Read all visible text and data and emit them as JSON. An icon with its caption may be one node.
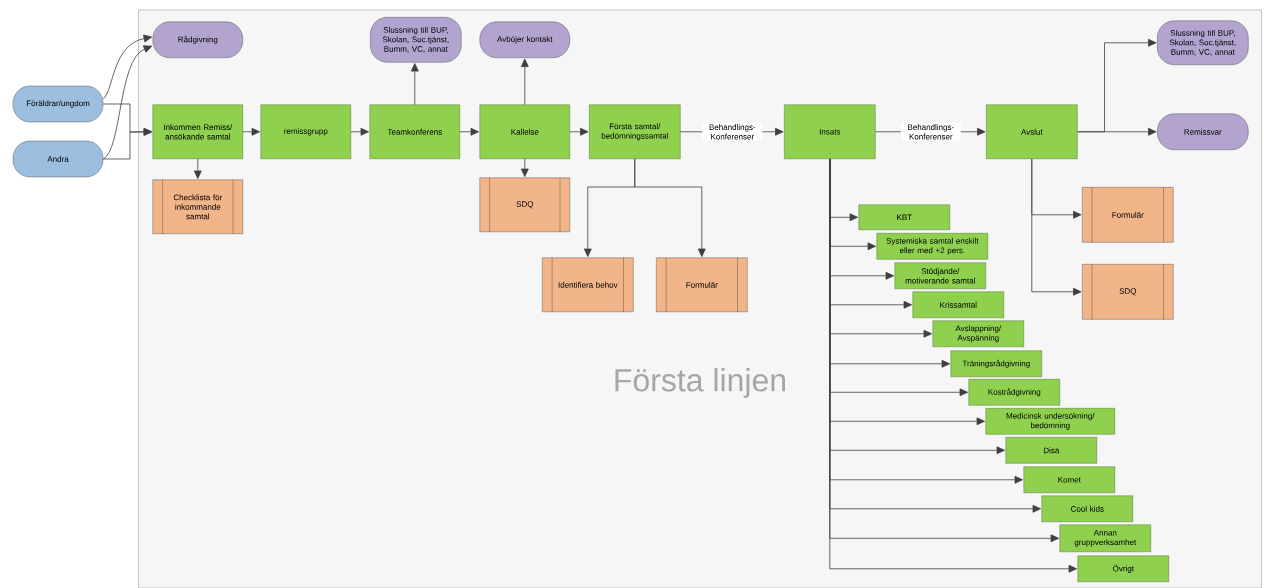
{
  "diagram": {
    "nodes": [
      {
        "text": [
          "Föräldrar/ungdom"
        ]
      },
      {
        "text": [
          "Andra"
        ]
      },
      {
        "text": [
          "Första linjen"
        ]
      },
      {
        "text": [
          "Rådgivning"
        ],
        "in": 2
      },
      {
        "text": [
          "Slussning till BUP, Skolan, Soc.tjänst, Bumm, VC, annat"
        ],
        "in": 2
      },
      {
        "text": [
          "Avböjer kontakt"
        ],
        "in": 2
      },
      {
        "text": [
          "Slussning till BUP, Skolan, Soc.tjänst, Bumm, VC, annat"
        ],
        "in": 2
      },
      {
        "text": [
          "Inkommen Remiss/ ansökande samtal"
        ],
        "in": 2
      },
      {
        "text": [
          "remissgrupp"
        ],
        "in": 2
      },
      {
        "text": [
          "Teamkonferens"
        ],
        "in": 2
      },
      {
        "text": [
          "Kallelse"
        ],
        "in": 2
      },
      {
        "text": [
          "Första samtal/ bedömningssamtal"
        ],
        "in": 2
      },
      {
        "text": [
          "Insats"
        ],
        "in": 2
      },
      {
        "text": [
          "Avslut"
        ],
        "in": 2
      },
      {
        "text": [
          "Remissvar"
        ],
        "in": 2
      },
      {
        "text": [
          "Checklista för inkommande samtal"
        ],
        "in": 2
      },
      {
        "text": [
          "SDQ"
        ],
        "in": 2
      },
      {
        "text": [
          "Identifiera behov"
        ],
        "in": 2
      },
      {
        "text": [
          "Formulär"
        ],
        "in": 2
      },
      {
        "text": [
          "Formulär"
        ],
        "in": 2
      },
      {
        "text": [
          "SDQ"
        ],
        "in": 2
      },
      {
        "text": [
          "KBT"
        ],
        "in": 2
      },
      {
        "text": [
          "Systemiska samtal enskilt eller med +2 pers."
        ],
        "in": 2
      },
      {
        "text": [
          "Stödjande/ motiverande samtal"
        ],
        "in": 2
      },
      {
        "text": [
          "Krissamtal"
        ],
        "in": 2
      },
      {
        "text": [
          "Avslappning/ Avspänning"
        ],
        "in": 2
      },
      {
        "text": [
          "Träningsrådgivning"
        ],
        "in": 2
      },
      {
        "text": [
          "Kostrådgivning"
        ],
        "in": 2
      },
      {
        "text": [
          "Medicinsk undersökning/ bedömning"
        ],
        "in": 2
      },
      {
        "text": [
          "Disa"
        ],
        "in": 2
      },
      {
        "text": [
          "Komet"
        ],
        "in": 2
      },
      {
        "text": [
          "Cool kids"
        ],
        "in": 2
      },
      {
        "text": [
          "Annan gruppverksamhet"
        ],
        "in": 2
      },
      {
        "text": [
          "Övrigt"
        ],
        "in": 2
      }
    ],
    "edges": [
      {
        "from": 0,
        "to": 7,
        "arrow": "to"
      },
      {
        "from": 1,
        "to": 7,
        "arrow": "to"
      },
      {
        "from": 0,
        "to": 3,
        "arrow": "to"
      },
      {
        "from": 1,
        "to": 3,
        "arrow": "to"
      },
      {
        "from": 7,
        "to": 8,
        "arrow": "to"
      },
      {
        "from": 8,
        "to": 9,
        "arrow": "to"
      },
      {
        "from": 9,
        "to": 10,
        "arrow": "to"
      },
      {
        "from": 10,
        "to": 11,
        "arrow": "to"
      },
      {
        "from": 11,
        "to": 12,
        "arrow": "to",
        "label": "Behandlings- Konferenser"
      },
      {
        "from": 12,
        "to": 13,
        "arrow": "to",
        "label": "Behandlings- Konferenser"
      },
      {
        "from": 13,
        "to": 6,
        "arrow": "to"
      },
      {
        "from": 13,
        "to": 14,
        "arrow": "to"
      },
      {
        "from": 7,
        "to": 15,
        "arrow": "to"
      },
      {
        "from": 9,
        "to": 4,
        "arrow": "to"
      },
      {
        "from": 10,
        "to": 5,
        "arrow": "to"
      },
      {
        "from": 10,
        "to": 16,
        "arrow": "to"
      },
      {
        "from": 11,
        "to": 17,
        "arrow": "to"
      },
      {
        "from": 11,
        "to": 18,
        "arrow": "to"
      },
      {
        "from": 13,
        "to": 19,
        "arrow": "to"
      },
      {
        "from": 13,
        "to": 20,
        "arrow": "to"
      },
      {
        "from": 12,
        "to": 21,
        "arrow": "to"
      },
      {
        "from": 12,
        "to": 22,
        "arrow": "to"
      },
      {
        "from": 12,
        "to": 23,
        "arrow": "to"
      },
      {
        "from": 12,
        "to": 24,
        "arrow": "to"
      },
      {
        "from": 12,
        "to": 25,
        "arrow": "to"
      },
      {
        "from": 12,
        "to": 26,
        "arrow": "to"
      },
      {
        "from": 12,
        "to": 27,
        "arrow": "to"
      },
      {
        "from": 12,
        "to": 28,
        "arrow": "to"
      },
      {
        "from": 12,
        "to": 29,
        "arrow": "to"
      },
      {
        "from": 12,
        "to": 30,
        "arrow": "to"
      },
      {
        "from": 12,
        "to": 31,
        "arrow": "to"
      },
      {
        "from": 12,
        "to": 32,
        "arrow": "to"
      },
      {
        "from": 12,
        "to": 33,
        "arrow": "to"
      }
    ]
  }
}
